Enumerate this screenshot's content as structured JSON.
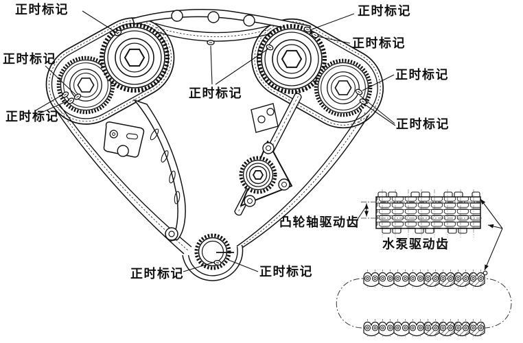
{
  "diagram": {
    "kind": "engine timing chain line-art diagram",
    "background_color": "#ffffff",
    "line_color": "#111111",
    "label_strings": {
      "timing_mark": "正时标记",
      "camshaft_drive_teeth": "凸轮轴驱动齿",
      "water_pump_drive_teeth": "水泵驱动齿"
    },
    "annotations": [
      {
        "id": "timing-mark-top-left",
        "text": "正时标记"
      },
      {
        "id": "timing-mark-left-upper",
        "text": "正时标记"
      },
      {
        "id": "timing-mark-left-lower",
        "text": "正时标记"
      },
      {
        "id": "timing-mark-center",
        "text": "正时标记"
      },
      {
        "id": "timing-mark-top-right",
        "text": "正时标记"
      },
      {
        "id": "timing-mark-right-1",
        "text": "正时标记"
      },
      {
        "id": "timing-mark-right-2",
        "text": "正时标记"
      },
      {
        "id": "timing-mark-right-3",
        "text": "正时标记"
      },
      {
        "id": "timing-mark-bottom-left",
        "text": "正时标记"
      },
      {
        "id": "timing-mark-bottom-right",
        "text": "正时标记"
      },
      {
        "id": "camshaft-drive-teeth",
        "text": "凸轮轴驱动齿"
      },
      {
        "id": "water-pump-drive-teeth",
        "text": "水泵驱动齿"
      }
    ]
  }
}
